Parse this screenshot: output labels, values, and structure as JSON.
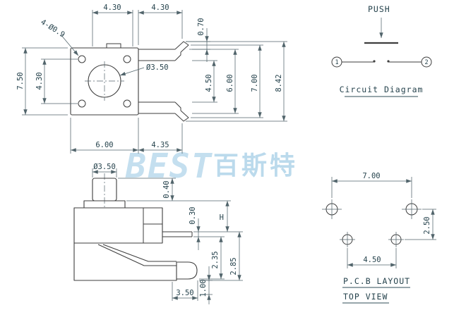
{
  "watermark": {
    "latin": "BEST",
    "cjk": "百斯特"
  },
  "top_view": {
    "dim_top_left_430": "4.30",
    "dim_top_right_430": "4.30",
    "dim_070": "0.70",
    "label_holes": "4-Ø0.9",
    "dim_750": "7.50",
    "dim_left_430": "4.30",
    "label_center_dia": "Ø3.50",
    "dim_450": "4.50",
    "dim_600_right": "6.00",
    "dim_700": "7.00",
    "dim_842": "8.42",
    "dim_600_bottom": "6.00",
    "dim_435": "4.35"
  },
  "circuit": {
    "push": "PUSH",
    "terminal_1": "1",
    "terminal_2": "2",
    "caption": "Circuit Diagram"
  },
  "side_view": {
    "dim_button_dia": "Ø3.50",
    "dim_040": "0.40",
    "dim_030": "0.30",
    "dim_height_label": "H",
    "dim_235": "2.35",
    "dim_285": "2.85",
    "dim_100": "1.00",
    "dim_350": "3.50"
  },
  "pcb": {
    "d700": "7.00",
    "d250": "2.50",
    "d450": "4.50",
    "caption1": "P.C.B LAYOUT",
    "caption2": "TOP VIEW"
  }
}
